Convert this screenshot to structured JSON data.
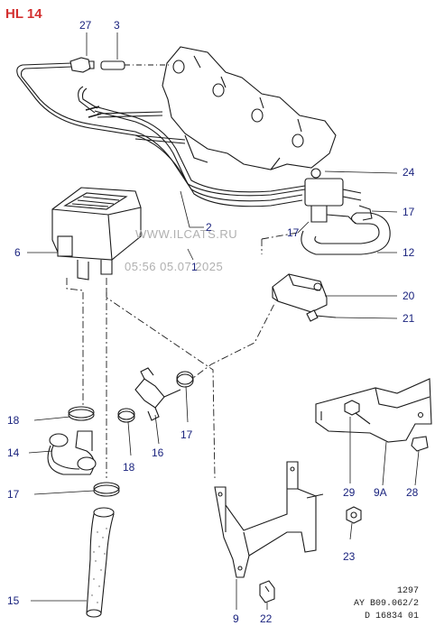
{
  "title": "HL 14",
  "watermark": {
    "line1": "WWW.ILCATS.RU",
    "line2": "05:56 05.07.2025"
  },
  "callouts": [
    "27",
    "3",
    "24",
    "17",
    "2",
    "1",
    "17",
    "12",
    "6",
    "20",
    "21",
    "18",
    "17",
    "14",
    "18",
    "16",
    "17",
    "29",
    "9A",
    "28",
    "15",
    "23",
    "9",
    "22"
  ],
  "reference": {
    "line1": "1297",
    "line2": "AY B09.062/2",
    "line3": "D 16834 01"
  },
  "colors": {
    "title": "#d32f2f",
    "callout": "#1a237e",
    "watermark": "#b0b0b0",
    "line": "#1a1a1a"
  }
}
